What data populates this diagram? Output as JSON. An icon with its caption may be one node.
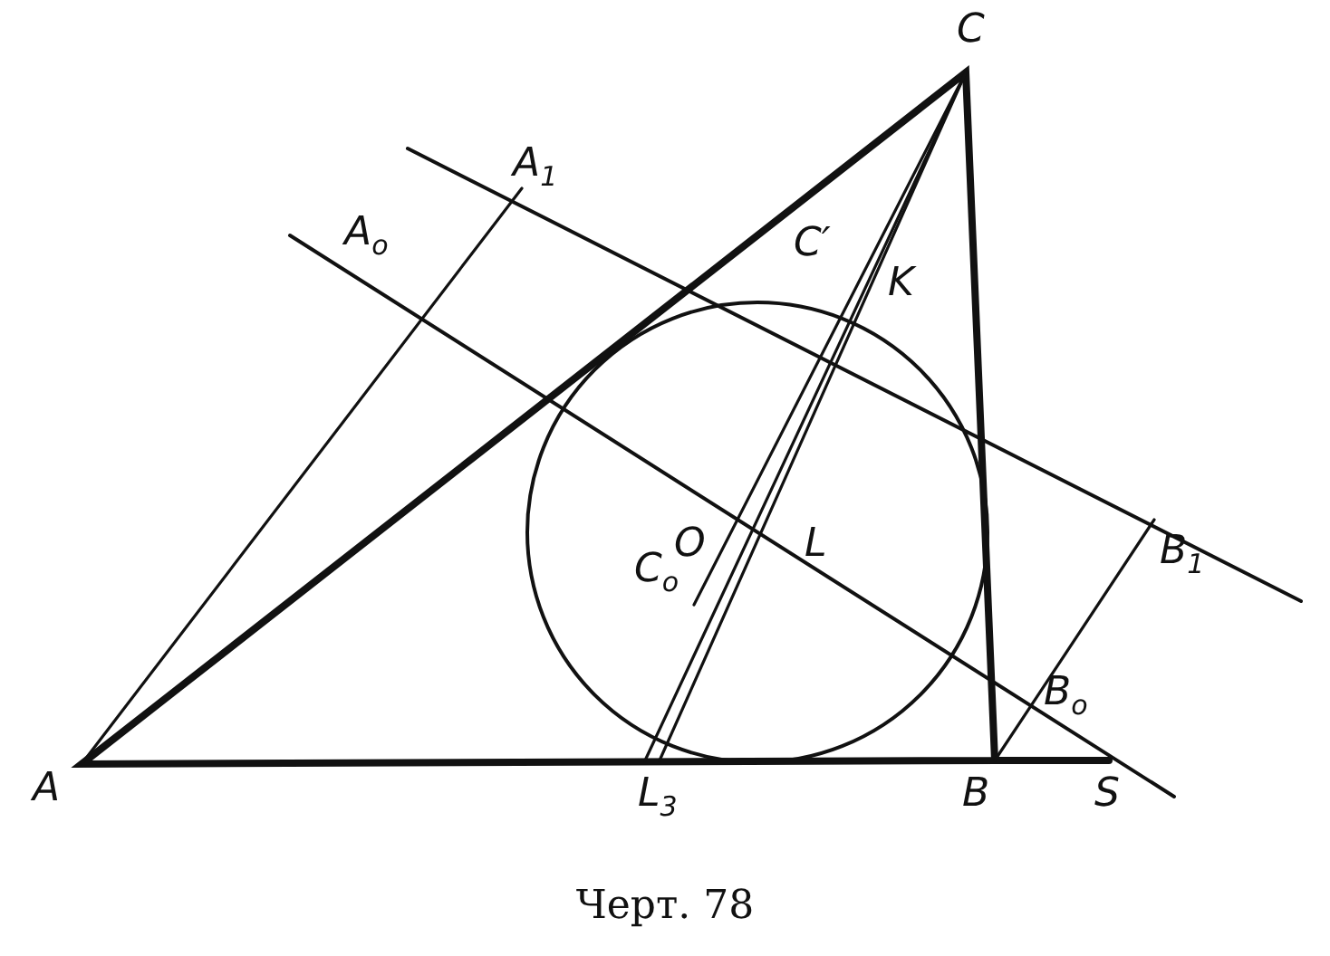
{
  "diagram": {
    "caption": "Черт. 78",
    "labels": [
      "C",
      "A$_{1}$",
      "A$_{o}$",
      "C′",
      "K",
      "C$_{o}$",
      "O",
      "L",
      "B$_{1}$",
      "B$_{o}$",
      "A",
      "L$_{3}$",
      "B",
      "S"
    ]
  }
}
